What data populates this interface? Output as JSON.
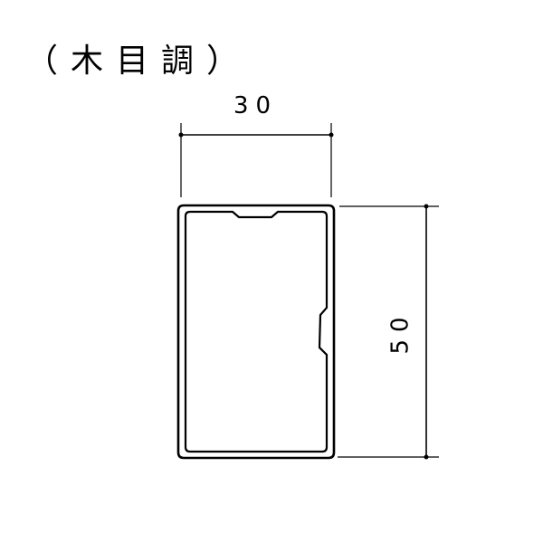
{
  "title": "（木目調）",
  "dimensions": {
    "width_label": "30",
    "height_label": "50"
  },
  "colors": {
    "line": "#000000",
    "background": "#ffffff"
  }
}
